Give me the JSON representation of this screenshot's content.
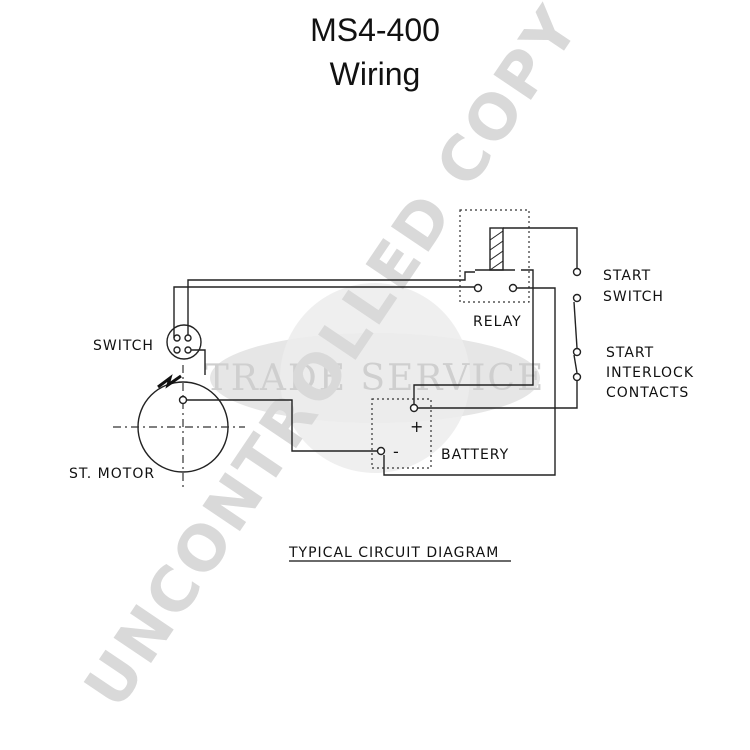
{
  "title": {
    "line1": "MS4-400",
    "line2": "Wiring"
  },
  "labels": {
    "switch": "SWITCH",
    "st_motor": "ST. MOTOR",
    "relay": "RELAY",
    "start_switch_1": "START",
    "start_switch_2": "SWITCH",
    "start_interlock_1": "START",
    "start_interlock_2": "INTERLOCK",
    "start_interlock_3": "CONTACTS",
    "battery": "BATTERY",
    "plus": "+",
    "minus": "-",
    "caption": "TYPICAL CIRCUIT DIAGRAM"
  },
  "watermark": {
    "trade_service": "TRADE SERVICE",
    "uncontrolled": "UNCONTROLLED COPY"
  }
}
